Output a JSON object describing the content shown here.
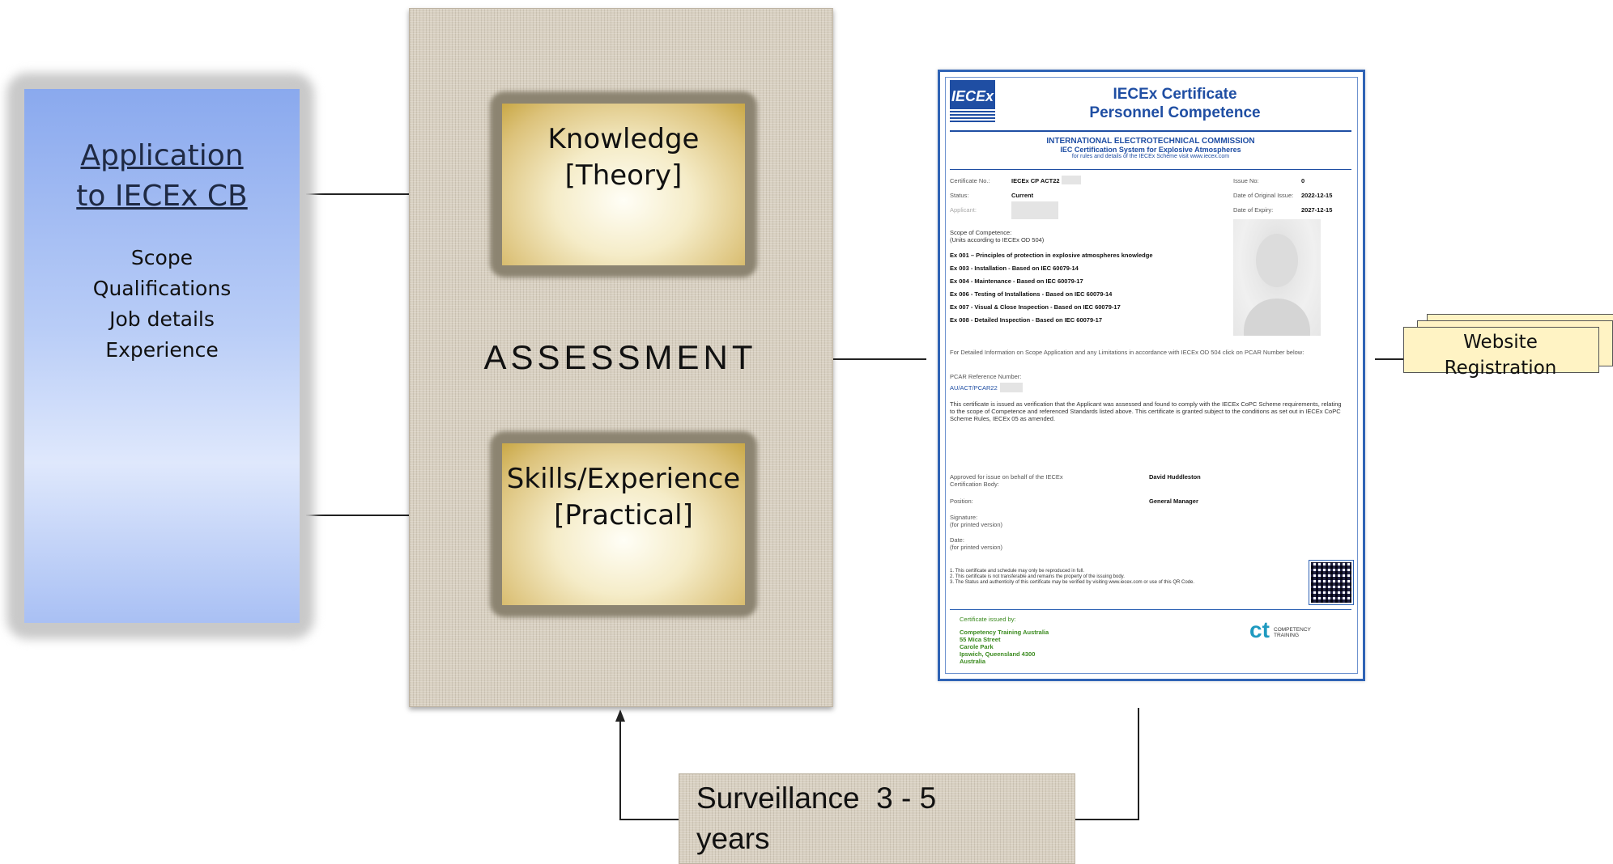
{
  "application": {
    "title_line1": "Application",
    "title_line2": "to IECEx CB",
    "items": [
      "Scope",
      "Qualifications",
      "Job details",
      "Experience"
    ]
  },
  "assessment": {
    "label": "ASSESSMENT",
    "knowledge_line1": "Knowledge",
    "knowledge_line2": "[Theory]",
    "skills_line1": "Skills/Experience",
    "skills_line2": "[Practical]"
  },
  "certificate": {
    "logo": "IECEx",
    "title_line1": "IECEx Certificate",
    "title_line2": "Personnel Competence",
    "org_line1": "INTERNATIONAL ELECTROTECHNICAL COMMISSION",
    "org_line2": "IEC Certification System for Explosive Atmospheres",
    "org_line3": "for rules and details of the IECEx Scheme visit www.iecex.com",
    "cert_no_label": "Certificate No.:",
    "cert_no_value": "IECEx CP ACT22",
    "issue_no_label": "Issue No:",
    "issue_no_value": "0",
    "status_label": "Status:",
    "status_value": "Current",
    "orig_issue_label": "Date of Original Issue:",
    "orig_issue_value": "2022-12-15",
    "applicant_label": "Applicant:",
    "expiry_label": "Date of Expiry:",
    "expiry_value": "2027-12-15",
    "scope_label_1": "Scope of Competence:",
    "scope_label_2": "(Units according to IECEx OD 504)",
    "scope_items": [
      "Ex 001 – Principles of protection in explosive atmospheres knowledge",
      "Ex 003 - Installation - Based on IEC 60079-14",
      "Ex 004 - Maintenance - Based on IEC 60079-17",
      "Ex 006 - Testing of Installations - Based on IEC 60079-14",
      "Ex 007 - Visual & Close Inspection - Based on IEC 60079-17",
      "Ex 008 - Detailed Inspection - Based on IEC 60079-17"
    ],
    "detail_note": "For Detailed Information on Scope Application and any Limitations in accordance with IECEx OD 504 click on PCAR Number below:",
    "pcar_label": "PCAR Reference Number:",
    "pcar_value": "AU/ACT/PCAR22",
    "statement": "This certificate is issued as verification that the Applicant was assessed and found to comply with the IECEx CoPC Scheme requirements, relating to the scope of Competence and referenced Standards listed above. This certificate is granted subject to the conditions as set out in IECEx CoPC Scheme Rules, IECEx 05 as amended.",
    "approved_label_1": "Approved for issue on behalf of the IECEx",
    "approved_label_2": "Certification Body:",
    "approved_value": "David Huddleston",
    "position_label": "Position:",
    "position_value": "General Manager",
    "signature_label_1": "Signature:",
    "signature_label_2": "(for printed version)",
    "date_label_1": "Date:",
    "date_label_2": "(for printed version)",
    "footnotes": [
      "1.  This certificate and schedule may only be reproduced in full.",
      "2.  This certificate is not transferable and remains the property of the issuing body.",
      "3.  The Status and authenticity of this certificate may be verified by visiting www.iecex.com or use of this QR Code."
    ],
    "issued_by_label": "Certificate issued by:",
    "issuer_lines": [
      "Competency Training Australia",
      "55 Mica Street",
      "Carole Park",
      "Ipswich, Queensland 4300",
      "Australia"
    ],
    "issuer_logo_main": "COMPETENCY",
    "issuer_logo_sub": "TRAINING"
  },
  "website": {
    "line1": "Website",
    "line2": "Registration"
  },
  "surveillance": {
    "line1": "Surveillance  3 - 5",
    "line2": "years"
  },
  "colors": {
    "iecex_blue": "#1f4ea3",
    "issuer_green": "#3a8a1e",
    "application_blue": "#8aa9ee",
    "gold": "#dcc27a",
    "website_yellow": "#fff3c4"
  }
}
